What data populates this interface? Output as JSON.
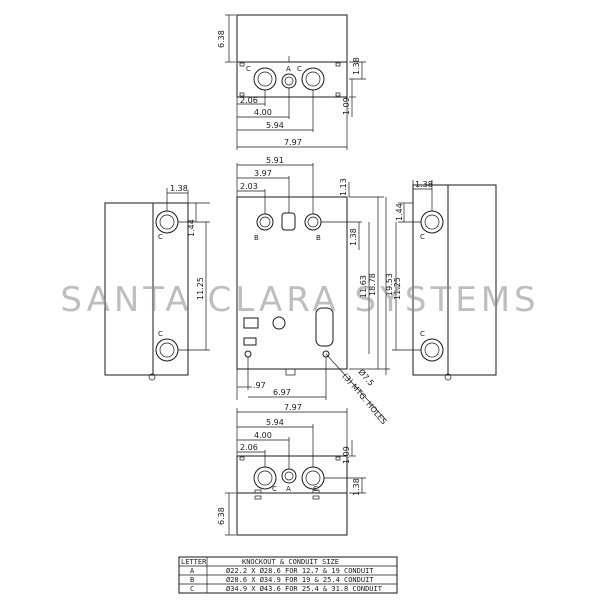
{
  "watermark": "SANTA CLARA SYSTEMS",
  "top_view": {
    "dims": {
      "height": "6.38",
      "d1": "1.38",
      "d2": "1.09",
      "w1": "2.06",
      "w2": "4.00",
      "w3": "5.94",
      "w4": "7.97"
    },
    "labels": {
      "c1": "C",
      "a": "A",
      "c2": "C"
    }
  },
  "front_view": {
    "dims": {
      "w1": "5.91",
      "w2": "3.97",
      "w3": "2.03",
      "h1": "1.13",
      "h2": "1.38",
      "h3": "11.63",
      "h4": "18.78",
      "h5": "19.53",
      "b1": ".97",
      "b2": "6.97",
      "top": "7.97"
    },
    "labels": {
      "b1": "B",
      "b2": "B"
    },
    "mount_note": "(3) MTG. HOLES",
    "mount_dia": "Ø7.5"
  },
  "left_view": {
    "dims": {
      "d1": "1.38",
      "d2": "1.44",
      "h": "11.25"
    },
    "labels": {
      "c1": "C",
      "c2": "C"
    }
  },
  "right_view": {
    "dims": {
      "d1": "1.38",
      "d2": "1.44",
      "h": "11.25"
    },
    "labels": {
      "c1": "C",
      "c2": "C"
    }
  },
  "bottom_view": {
    "dims": {
      "w1": "5.94",
      "w2": "4.00",
      "w3": "2.06",
      "d1": "1.09",
      "d2": "1.38",
      "height": "6.38"
    },
    "labels": {
      "c1": "C",
      "a": "A",
      "c2": "C"
    }
  },
  "table": {
    "headers": [
      "LETTER",
      "KNOCKOUT & CONDUIT SIZE"
    ],
    "rows": [
      [
        "A",
        "Ø22.2 X Ø28.6 FOR 12.7 & 19 CONDUIT"
      ],
      [
        "B",
        "Ø28.6 X Ø34.9 FOR 19 & 25.4 CONDUIT"
      ],
      [
        "C",
        "Ø34.9 X Ø43.6 FOR 25.4 & 31.8 CONDUIT"
      ]
    ]
  }
}
